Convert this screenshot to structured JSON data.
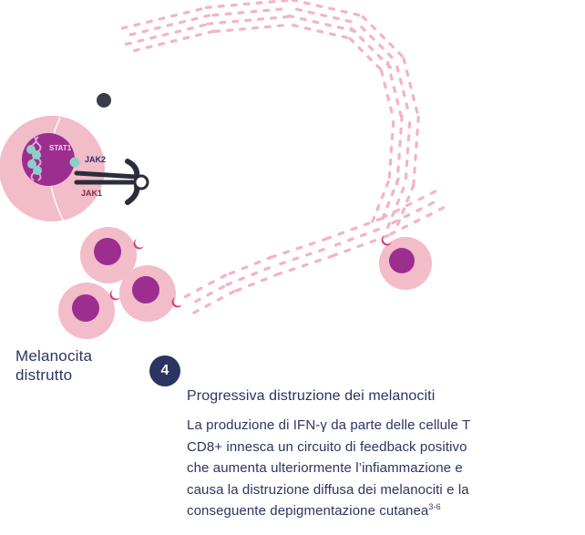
{
  "diagram": {
    "labels": {
      "stat1": "STAT1",
      "jak2": "JAK2",
      "jak1": "JAK1"
    },
    "colors": {
      "cell": "#f2bcc8",
      "nucleus": "#9c2e8f",
      "dash": "#f4b3c5",
      "receptor": "#2b2e3a",
      "ifn": "#d43f76",
      "dark_molecule": "#3a3c48",
      "stat_blob": "#8ecfc8",
      "text_dark": "#2b3561"
    }
  },
  "caption": {
    "line1": "Melanocita",
    "line2": "distrutto"
  },
  "step": {
    "number": "4",
    "title": "Progressiva distruzione dei melanociti",
    "body_lines": [
      "La produzione di IFN-γ da parte delle cellule T",
      "CD8+ innesca un circuito di feedback positivo",
      "che aumenta ulteriormente l’infiammazione e",
      "causa la distruzione diffusa dei melanociti e la",
      "conseguente depigmentazione cutanea"
    ],
    "reference": "3-6"
  }
}
